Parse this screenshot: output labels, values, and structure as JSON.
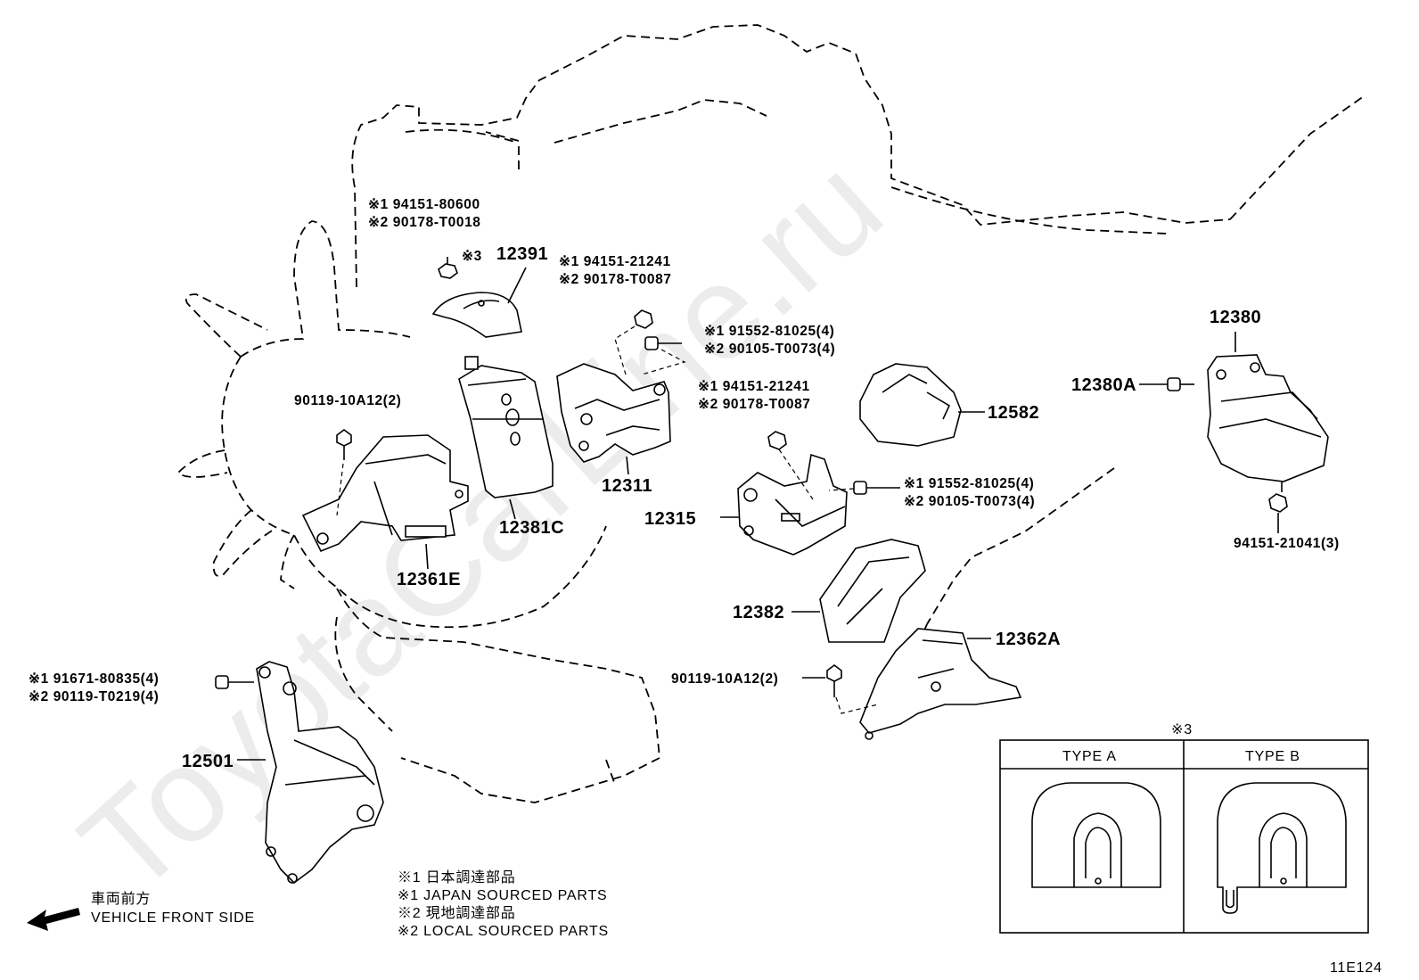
{
  "watermark": "ToyotaCarLine.ru",
  "parts": {
    "p12391": "12391",
    "p12311": "12311",
    "p12381C": "12381C",
    "p12361E": "12361E",
    "p12315": "12315",
    "p12582": "12582",
    "p12380": "12380",
    "p12380A": "12380A",
    "p12382": "12382",
    "p12362A": "12362A",
    "p12501": "12501"
  },
  "callouts": {
    "c1a": "※1  94151-80600",
    "c1b": "※2  90178-T0018",
    "c1c": "※3",
    "c2a": "※1  94151-21241",
    "c2b": "※2  90178-T0087",
    "c3a": "※1  91552-81025(4)",
    "c3b": "※2  90105-T0073(4)",
    "c4": "90119-10A12(2)",
    "c5a": "※1  94151-21241",
    "c5b": "※2  90178-T0087",
    "c6a": "※1  91552-81025(4)",
    "c6b": "※2  90105-T0073(4)",
    "c7": "94151-21041(3)",
    "c8": "90119-10A12(2)",
    "c9a": "※1  91671-80835(4)",
    "c9b": "※2  90119-T0219(4)"
  },
  "legend": {
    "l1": "※1  日本調達部品",
    "l2": "※1  JAPAN SOURCED PARTS",
    "l3": "※2  現地調達部品",
    "l4": "※2  LOCAL SOURCED PARTS"
  },
  "front": {
    "jp": "車両前方",
    "en": "VEHICLE FRONT SIDE"
  },
  "type_box": {
    "marker": "※3",
    "type_a": "TYPE A",
    "type_b": "TYPE B"
  },
  "figure_id": "11E124"
}
